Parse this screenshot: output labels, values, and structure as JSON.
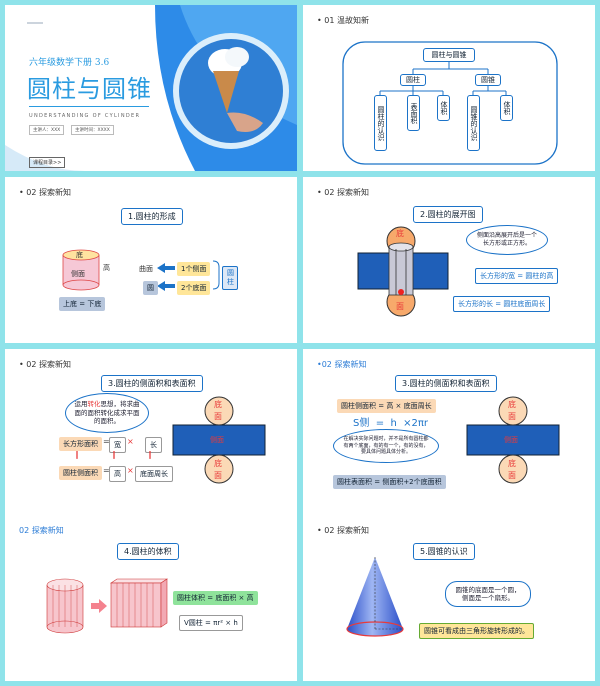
{
  "slide1": {
    "subtitle": "六年级数学下册 3.6",
    "title": "圆柱与圆锥",
    "english": "UNDERSTANDING OF CYLINDER",
    "meta_left": "主讲人：XXX",
    "meta_right": "主讲时间：XXXX",
    "button": "课程目录>>"
  },
  "slide2": {
    "header": "• 01  温故知新",
    "root": "圆柱与圆锥",
    "branch_left": "圆柱",
    "branch_right": "圆锥",
    "leaves": [
      "圆柱的认识",
      "表面积",
      "体积",
      "圆锥的认识",
      "体积"
    ]
  },
  "slide3": {
    "header": "• 02  探索新知",
    "title": "1.圆柱的形成",
    "base_label": "底",
    "side_label": "侧面",
    "height_label": "高",
    "curved_label": "曲面",
    "circle_label": "圆",
    "one_side": "1个侧面",
    "two_bases": "2个底面",
    "cylinder": "圆柱",
    "equal_bases": "上底 = 下底"
  },
  "slide4": {
    "header": "• 02  探索新知",
    "title": "2.圆柱的展开图",
    "top_label": "底",
    "bottom_label": "面",
    "callout": "侧面沿高展开后是一个长方形或正方形。",
    "width_text": "长方形的宽 = 圆柱的高",
    "length_text": "长方形的长 = 圆柱底面周长"
  },
  "slide5": {
    "header": "• 02  探索新知",
    "title": "3.圆柱的侧面积和表面积",
    "callout_pre": "运用",
    "callout_hl": "转化",
    "callout_post": "思想，将求曲面的面积转化成求平面的面积。",
    "rect_area": "长方形面积",
    "eq": "=",
    "length": "长",
    "width": "宽",
    "times": "×",
    "side_area": "圆柱侧面积",
    "height": "高",
    "circ": "底面周长",
    "top1": "底",
    "top2": "面",
    "mid": "侧面",
    "bot1": "底",
    "bot2": "面",
    "parallel": "∥"
  },
  "slide6": {
    "header": "•02  探索新知",
    "title": "3.圆柱的侧面积和表面积",
    "formula1": "圆柱侧面积 = 高 × 底面周长",
    "s_side": "S侧  =  h  ×2πr",
    "callout": "在解决实际问题时，并不是所有圆柱都有两个底面，有的有一个，有的没有，要具体问题具体分析。",
    "formula2": "圆柱表面积 = 侧面积+2个底面积",
    "top1": "底",
    "top2": "面",
    "mid": "侧面",
    "bot1": "底",
    "bot2": "面"
  },
  "slide7": {
    "header": "02  探索新知",
    "title": "4.圆柱的体积",
    "formula1": "圆柱体积 = 底面积 × 高",
    "formula2": "V圆柱 =  πr² × h"
  },
  "slide8": {
    "header": "• 02  探索新知",
    "title": "5.圆锥的认识",
    "callout": "圆锥的底面是一个圆，侧面是一个扇形。",
    "note": "圆锥可看成由三角形旋转形成的。"
  },
  "colors": {
    "accent": "#1c73c8",
    "title_blue": "#2a9be0",
    "background": "#8fe3ea",
    "red": "#e83a3a"
  }
}
